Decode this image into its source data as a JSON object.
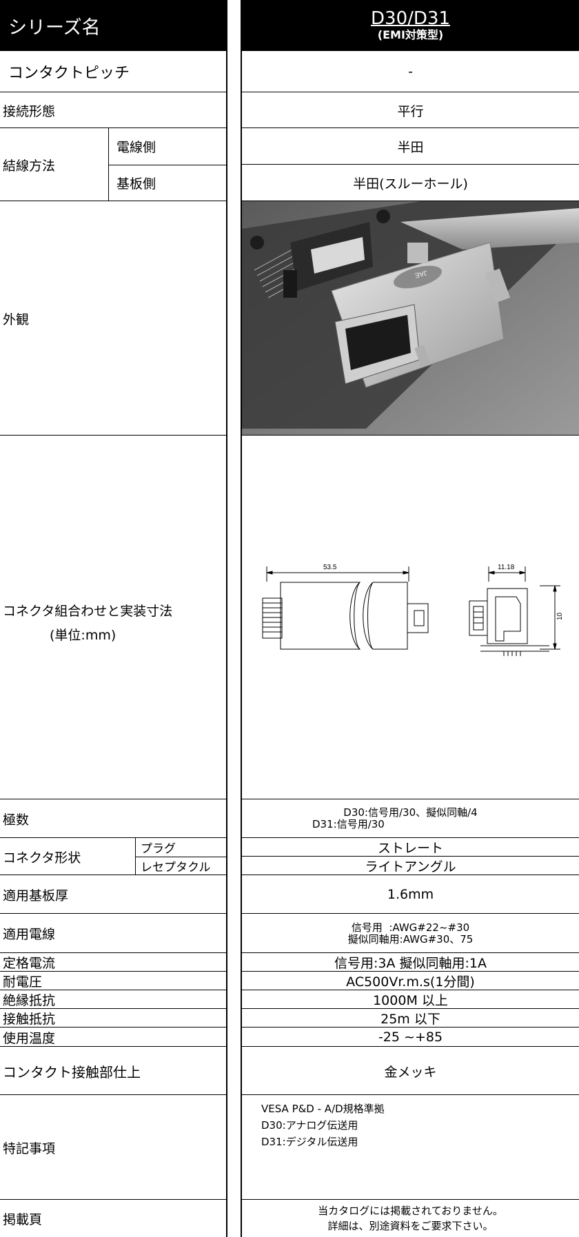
{
  "header": {
    "series_label": "シリーズ名",
    "series_name": "D30/D31",
    "series_sub": "(EMI対策型)"
  },
  "rows": {
    "contact_pitch": {
      "label": "コンタクトピッチ",
      "value": "-"
    },
    "connection_form": {
      "label": "接続形態",
      "value": "平行"
    },
    "wiring_method": {
      "label": "結線方法",
      "wire_side_label": "電線側",
      "wire_side_value": "半田",
      "board_side_label": "基板側",
      "board_side_value": "半田(スルーホール)"
    },
    "appearance": {
      "label": "外観",
      "logo_text": "JAE"
    },
    "dimensions": {
      "label": "コネクタ組合わせと実装寸法",
      "unit": "(単位:mm)",
      "dim_length": "53.5",
      "dim_width": "11.18",
      "dim_height": "10"
    },
    "poles": {
      "label": "極数",
      "line1": "D30:信号用/30、擬似同軸/4",
      "line2": "D31:信号用/30"
    },
    "shape": {
      "label": "コネクタ形状",
      "plug_label": "プラグ",
      "plug_value": "ストレート",
      "receptacle_label": "レセプタクル",
      "receptacle_value": "ライトアングル"
    },
    "board_thickness": {
      "label": "適用基板厚",
      "value": "1.6mm"
    },
    "wire": {
      "label": "適用電線",
      "line1": "信号用  :AWG#22~#30",
      "line2": "擬似同軸用:AWG#30、75"
    },
    "current": {
      "label": "定格電流",
      "value": "信号用:3A 擬似同軸用:1A"
    },
    "voltage": {
      "label": "耐電圧",
      "value": "AC500Vr.m.s(1分間)"
    },
    "insulation": {
      "label": "絶縁抵抗",
      "value": "1000M 以上"
    },
    "contact_resistance": {
      "label": "接触抵抗",
      "value": "25m 以下"
    },
    "temperature": {
      "label": "使用温度",
      "value": "-25 ~+85"
    },
    "finish": {
      "label": "コンタクト接触部仕上",
      "value": "金メッキ"
    },
    "notes": {
      "label": "特記事項",
      "items": [
        "VESA P&D - A/D規格準拠",
        "D30:アナログ伝送用",
        "D31:デジタル伝送用"
      ]
    },
    "page": {
      "label": "掲載頁",
      "line1": "当カタログには掲載されておりません。",
      "line2": "詳細は、別途資料をご要求下さい。"
    }
  }
}
